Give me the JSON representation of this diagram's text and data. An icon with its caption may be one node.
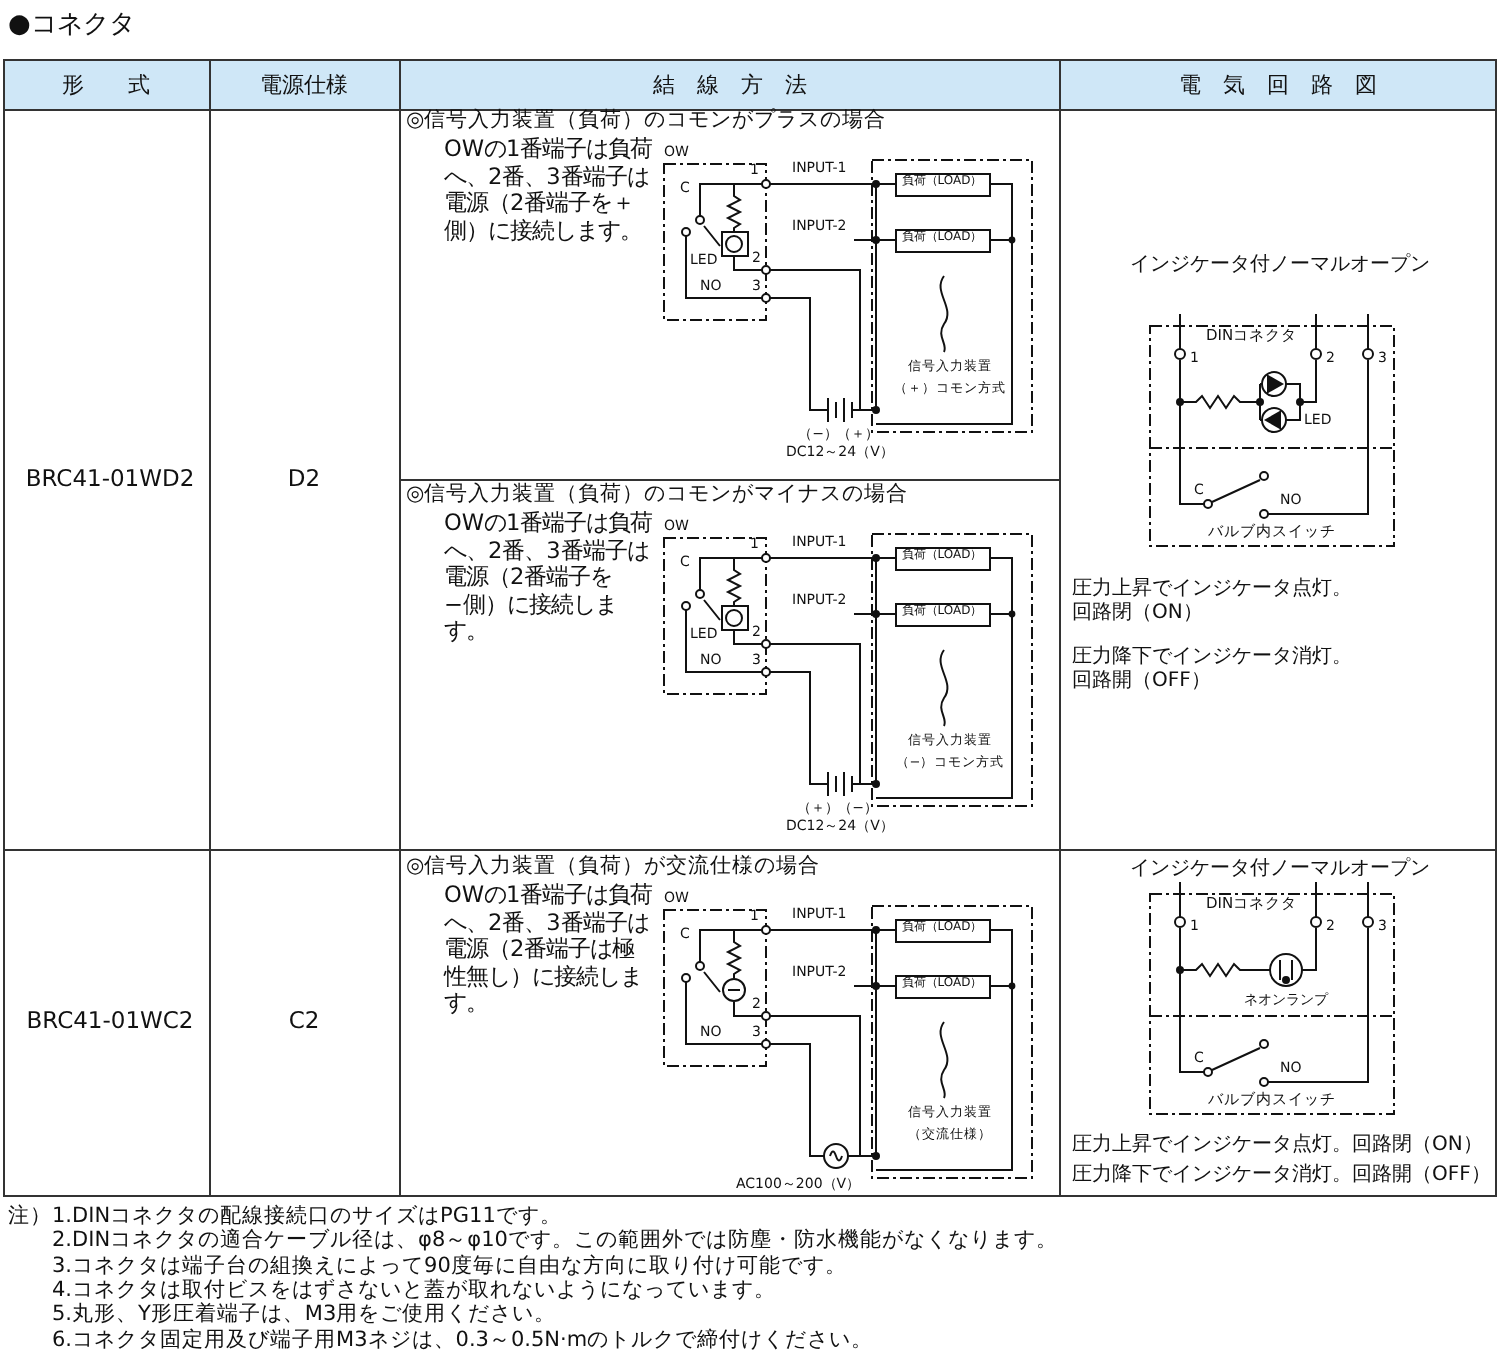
{
  "diagram": {
    "title": "●コネクタ",
    "labels": [
      "形　　式",
      "電源仕様",
      "結　線　方　法",
      "電　気　回　路　図",
      "BRC41-01WD2",
      "D2",
      "◎信号入力装置（負荷）のコモンがプラスの場合",
      "OWの1番端子は負荷へ、2番、3番端子は電源（2番端子を＋側）に接続します。",
      "OW",
      "1",
      "C",
      "LED",
      "2",
      "NO",
      "3",
      "INPUT-1",
      "負荷（LOAD）",
      "INPUT-2",
      "負荷（LOAD）",
      "信号入力装置",
      "（＋）コモン方式",
      "（−）",
      "（＋）",
      "DC12～24（V）",
      "インジケータ付ノーマルオープン",
      "DINコネクタ",
      "1",
      "2",
      "3",
      "LED",
      "C",
      "NO",
      "バルブ内スイッチ",
      "圧力上昇でインジケータ点灯。回路閉（ON）",
      "圧力降下でインジケータ消灯。回路開（OFF）",
      "◎信号入力装置（負荷）のコモンがマイナスの場合",
      "OWの1番端子は負荷へ、2番、3番端子は電源（2番端子を−側）に接続します。",
      "OW",
      "1",
      "C",
      "LED",
      "2",
      "NO",
      "3",
      "INPUT-1",
      "負荷（LOAD）",
      "INPUT-2",
      "負荷（LOAD）",
      "信号入力装置",
      "（−）コモン方式",
      "（＋）",
      "（−）",
      "DC12～24（V）",
      "BRC41-01WC2",
      "C2",
      "◎信号入力装置（負荷）が交流仕様の場合",
      "OWの1番端子は負荷へ、2番、3番端子は電源（2番端子は極性無し）に接続します。",
      "OW",
      "1",
      "C",
      "2",
      "NO",
      "3",
      "INPUT-1",
      "負荷（LOAD）",
      "INPUT-2",
      "負荷（LOAD）",
      "信号入力装置",
      "（交流仕様）",
      "AC100～200（V）",
      "インジケータ付ノーマルオープン",
      "DINコネクタ",
      "1",
      "2",
      "3",
      "ネオンランプ",
      "C",
      "NO",
      "バルブ内スイッチ",
      "圧力上昇でインジケータ点灯。回路閉（ON）",
      "圧力降下でインジケータ消灯。回路開（OFF）",
      "注）",
      "1.DINコネクタの配線接続口のサイズはPG11です。",
      "2.DINコネクタの適合ケーブル径は、φ8～φ10です。この範囲外では防塵・防水機能がなくなります。",
      "3.コネクタは端子台の組換えによって90度毎に自由な方向に取り付け可能です。",
      "4.コネクタは取付ビスをはずさないと蓋が取れないようになっています。",
      "5.丸形、Y形圧着端子は、M3用をご使用ください。",
      "6.コネクタ固定用及び端子用M3ネジは、0.3～0.5N·mのトルクで締付けください。"
    ]
  }
}
